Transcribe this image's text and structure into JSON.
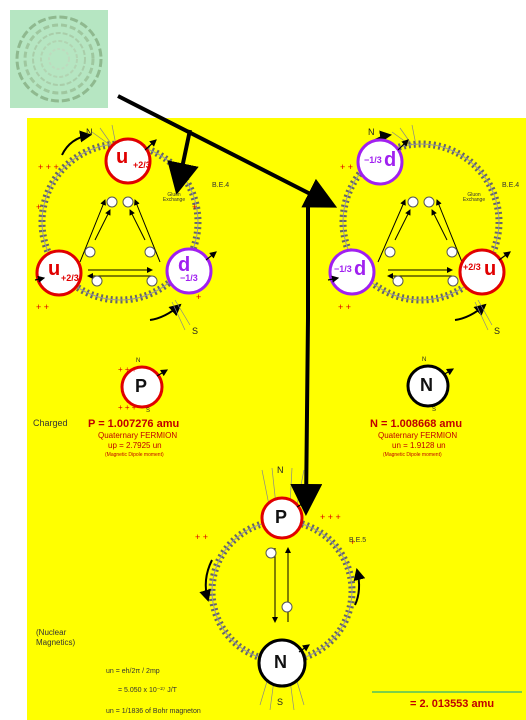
{
  "proton": {
    "charge_label": "Charged",
    "mass": "P = 1.007276 amu",
    "type": "Quaternary FERMION",
    "moment": "up = 2.7925 un",
    "moment_note": "(Magnetic Dipole moment)",
    "symbol": "P"
  },
  "neutron": {
    "mass": "N = 1.008668 amu",
    "type": "Quaternary FERMION",
    "moment": "un = 1.9128 un",
    "moment_note": "(Magnetic Dipole moment)",
    "symbol": "N"
  },
  "quarks": {
    "up": "u",
    "down": "d",
    "plus_two_thirds": "+2/3",
    "minus_one_third": "−1/3"
  },
  "poles": {
    "north": "N",
    "south": "S"
  },
  "binding": {
    "be4": "B.E.4",
    "be5": "B.E.5"
  },
  "gluon_label": "Gluon Exchange",
  "deuteron": {
    "nuclear_label_1": "(Nuclear",
    "nuclear_label_2": "Magnetics)",
    "formula_1": "un = eh/2π / 2mp",
    "formula_2": "= 5.050 x 10⁻²⁷ J/T",
    "formula_3": "un = 1/1836 of Bohr magneton",
    "total": "= 2. 013553 amu"
  },
  "colors": {
    "background": "#ffff00",
    "red": "#e00000",
    "purple": "#a020f0",
    "arrow": "#000000",
    "thumbnail": "#b6e6c2"
  }
}
